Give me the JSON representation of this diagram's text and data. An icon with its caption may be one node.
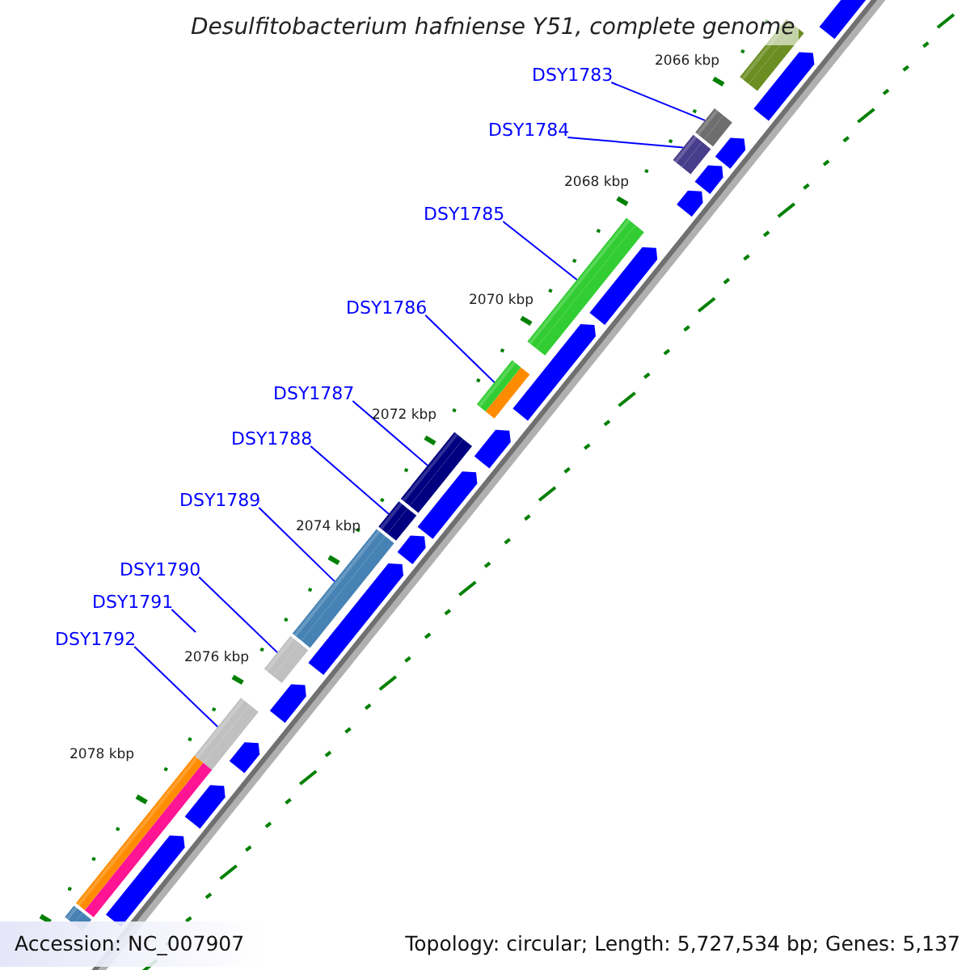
{
  "diagram": {
    "title": "Desulfitobacterium hafniense Y51, complete genome",
    "nodes": [
      {
        "text": [
          "DSY1783"
        ]
      },
      {
        "text": [
          "DSY1784"
        ]
      },
      {
        "text": [
          "DSY1785"
        ]
      },
      {
        "text": [
          "DSY1786"
        ]
      },
      {
        "text": [
          "DSY1787"
        ]
      },
      {
        "text": [
          "DSY1788"
        ]
      },
      {
        "text": [
          "DSY1789"
        ]
      },
      {
        "text": [
          "DSY1790"
        ]
      },
      {
        "text": [
          "DSY1791"
        ]
      },
      {
        "text": [
          "DSY1792"
        ]
      },
      {
        "text": [],
        "shape": "bar"
      },
      {
        "text": [],
        "shape": "bar"
      },
      {
        "text": [],
        "shape": "bar"
      },
      {
        "text": [],
        "shape": "bar"
      },
      {
        "text": [],
        "shape": "bar"
      },
      {
        "text": [],
        "shape": "bar"
      },
      {
        "text": [],
        "shape": "bar"
      },
      {
        "text": [],
        "shape": "bar"
      },
      {
        "text": [],
        "shape": "bar"
      },
      {
        "text": [],
        "shape": "bar"
      },
      {
        "text": [],
        "shape": "bar"
      },
      {
        "text": [],
        "shape": "bar"
      },
      {
        "text": [],
        "shape": "arrow"
      },
      {
        "text": [],
        "shape": "arrow"
      },
      {
        "text": [],
        "shape": "arrow"
      },
      {
        "text": [],
        "shape": "arrow"
      },
      {
        "text": [],
        "shape": "arrow"
      },
      {
        "text": [],
        "shape": "arrow"
      },
      {
        "text": [],
        "shape": "arrow"
      },
      {
        "text": [],
        "shape": "arrow"
      },
      {
        "text": [],
        "shape": "arrow"
      },
      {
        "text": [],
        "shape": "arrow"
      },
      {
        "text": [],
        "shape": "arrow"
      },
      {
        "text": [],
        "shape": "arrow"
      },
      {
        "text": [],
        "shape": "arrow"
      },
      {
        "text": [],
        "shape": "arrow"
      },
      {
        "text": [],
        "shape": "arrow"
      }
    ],
    "edges": [
      {
        "from": 0,
        "to": 10,
        "arrow": "none"
      },
      {
        "from": 1,
        "to": 11,
        "arrow": "none"
      },
      {
        "from": 2,
        "to": 12,
        "arrow": "none"
      },
      {
        "from": 3,
        "to": 13,
        "arrow": "none"
      },
      {
        "from": 4,
        "to": 14,
        "arrow": "none"
      },
      {
        "from": 5,
        "to": 15,
        "arrow": "none"
      },
      {
        "from": 6,
        "to": 16,
        "arrow": "none"
      },
      {
        "from": 7,
        "to": 17,
        "arrow": "none"
      },
      {
        "from": 8,
        "to": null,
        "arrow": "none"
      },
      {
        "from": 9,
        "to": 18,
        "arrow": "none"
      }
    ],
    "labels": [
      "2066 kbp",
      "2068 kbp",
      "2070 kbp",
      "2072 kbp",
      "2074 kbp",
      "2076 kbp",
      "2078 kbp",
      "Accession: NC_007907",
      "Topology: circular; Length: 5,727,534 bp; Genes: 5,137"
    ]
  }
}
